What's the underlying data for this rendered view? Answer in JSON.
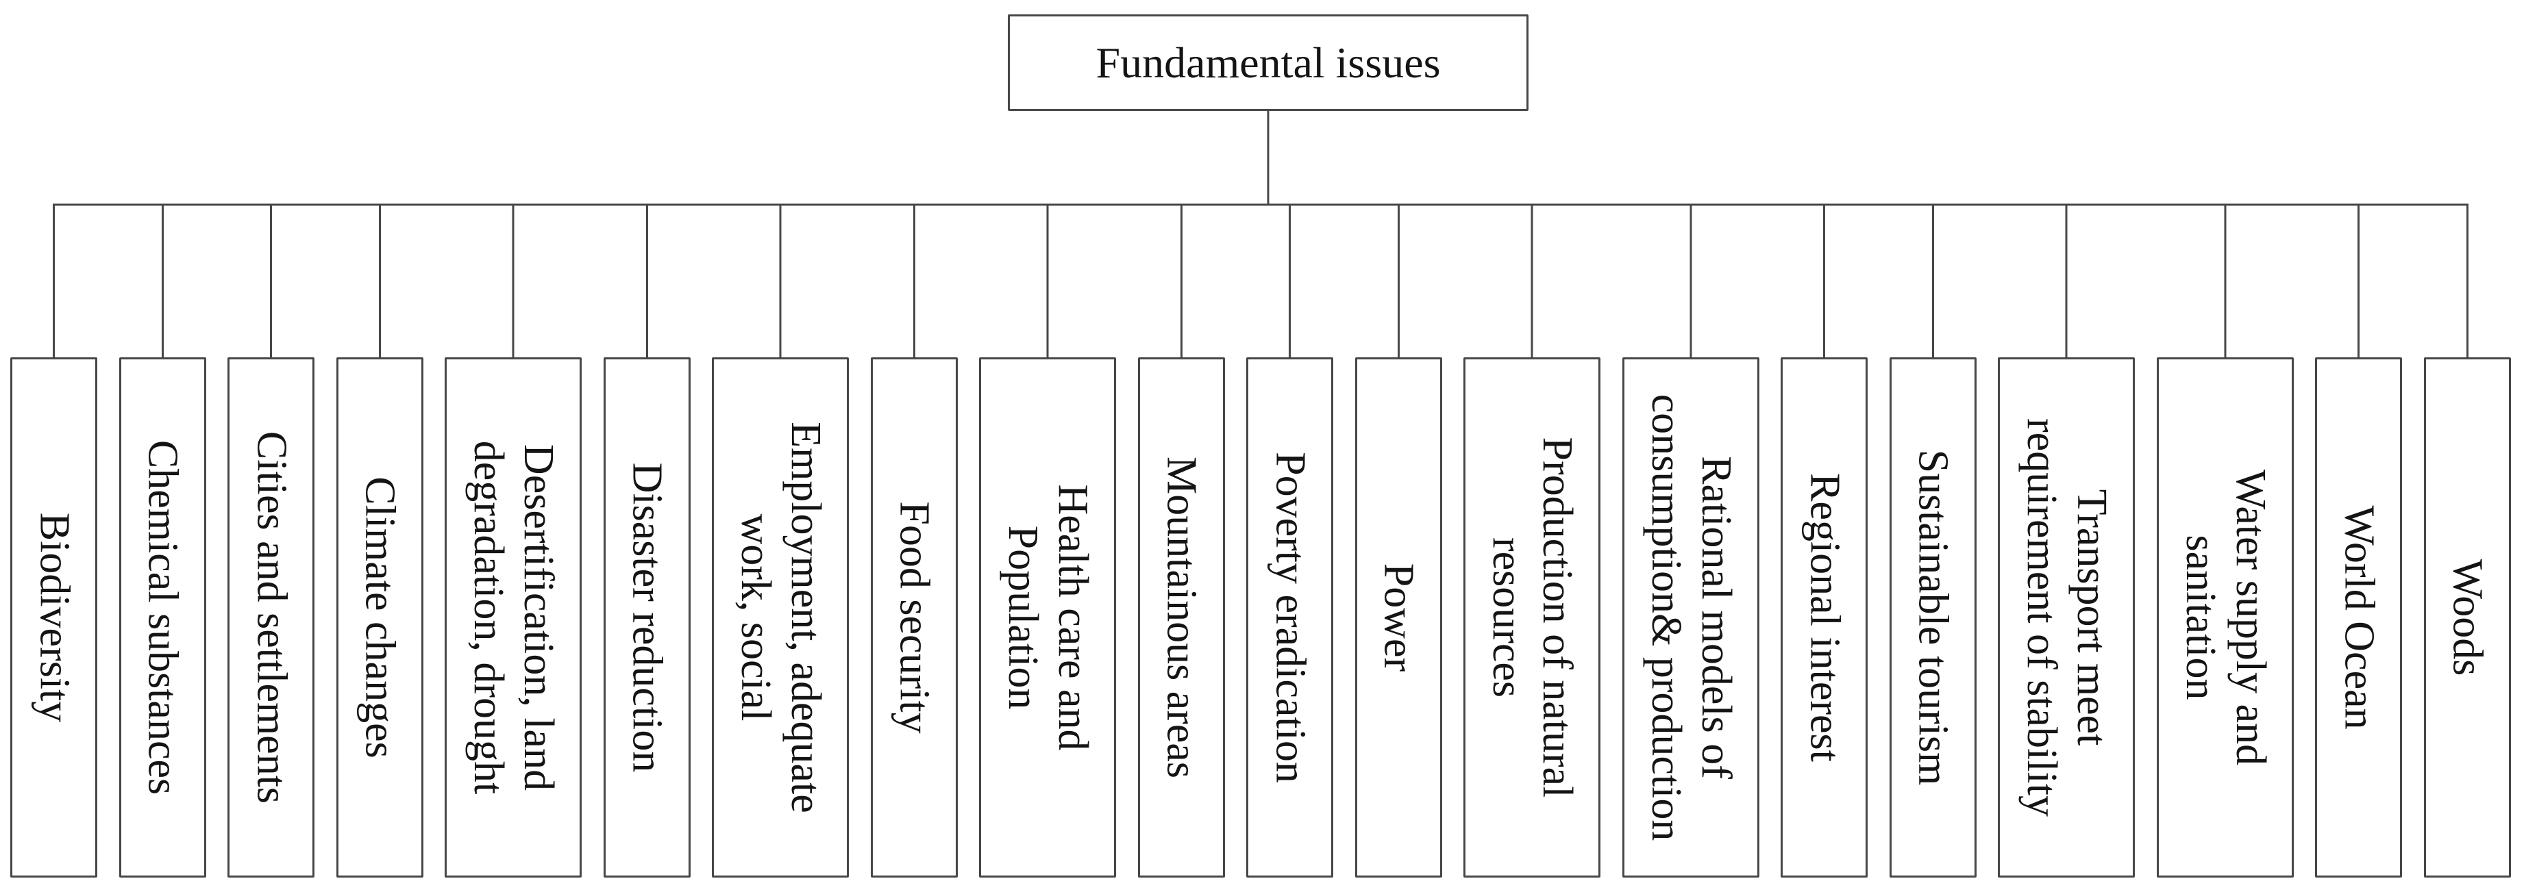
{
  "diagram": {
    "root": {
      "label": "Fundamental issues"
    },
    "children": [
      {
        "label": "Biodiversity"
      },
      {
        "label": "Chemical substances"
      },
      {
        "label": "Cities and settlements"
      },
      {
        "label": "Climate changes"
      },
      {
        "label": "Desertification, land\ndegradation, drought"
      },
      {
        "label": "Disaster reduction"
      },
      {
        "label": "Employment, adequate\nwork, social"
      },
      {
        "label": "Food security"
      },
      {
        "label": "Health care and\nPopulation"
      },
      {
        "label": "Mountainous areas"
      },
      {
        "label": "Poverty eradication"
      },
      {
        "label": "Power"
      },
      {
        "label": "Production of natural\nresources"
      },
      {
        "label": "Rational models of\nconsumption& production"
      },
      {
        "label": "Regional interest"
      },
      {
        "label": "Sustainable tourism"
      },
      {
        "label": "Transport meet\nrequirement of stability"
      },
      {
        "label": "Water supply and\nsanitation"
      },
      {
        "label": "World Ocean"
      },
      {
        "label": "Woods"
      }
    ],
    "colors": {
      "line": "#474747",
      "text": "#141414",
      "background": "#ffffff"
    }
  }
}
